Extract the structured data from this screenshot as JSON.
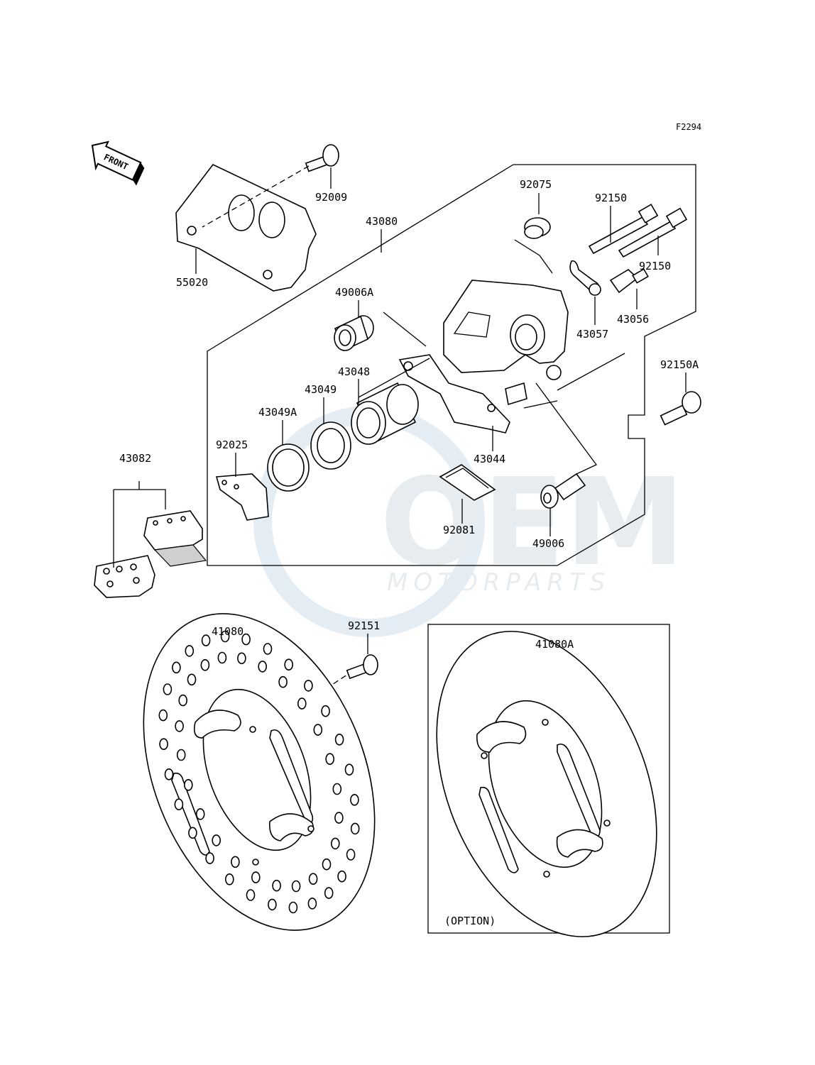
{
  "figure_code": "F2294",
  "direction_badge": "FRONT",
  "watermark": {
    "logo": "OEM",
    "subtitle": "MOTORPARTS"
  },
  "option_caption": "(OPTION)",
  "parts": {
    "p92009": "92009",
    "p55020": "55020",
    "p43080": "43080",
    "p92075": "92075",
    "p92150_top": "92150",
    "p92150_right": "92150",
    "p49006A": "49006A",
    "p43056": "43056",
    "p43057": "43057",
    "p43048": "43048",
    "p43049": "43049",
    "p43049A": "43049A",
    "p92150A": "92150A",
    "p92025": "92025",
    "p43082": "43082",
    "p43044": "43044",
    "p92081": "92081",
    "p49006": "49006",
    "p41080": "41080",
    "p92151": "92151",
    "p41080A": "41080A"
  }
}
